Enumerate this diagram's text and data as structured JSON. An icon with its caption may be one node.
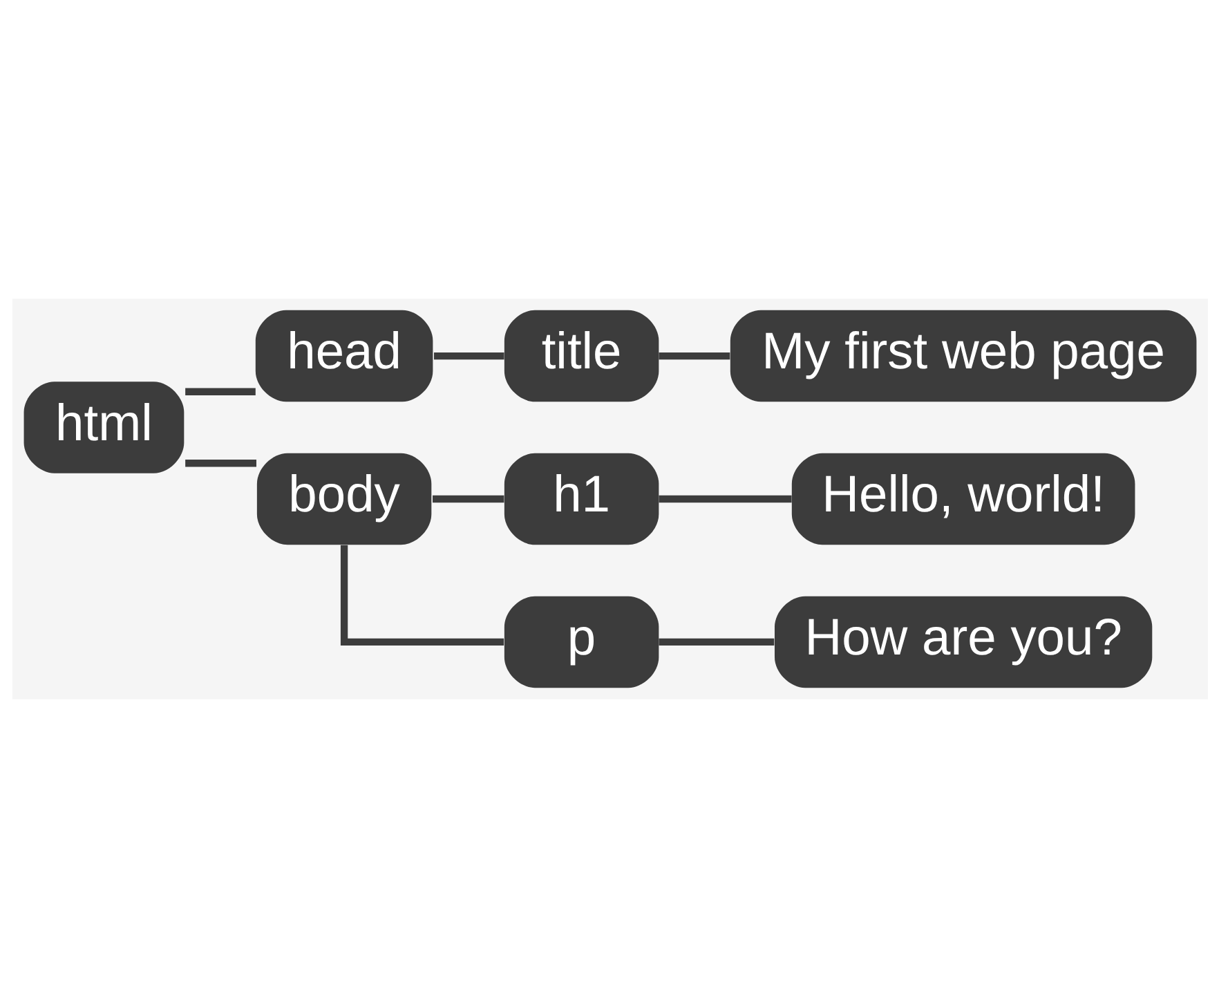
{
  "diagram": {
    "nodes": [
      {
        "text": [
          "html"
        ]
      },
      {
        "text": [
          "head"
        ]
      },
      {
        "text": [
          "title"
        ]
      },
      {
        "text": [
          "My first web page"
        ]
      },
      {
        "text": [
          "body"
        ]
      },
      {
        "text": [
          "h1"
        ]
      },
      {
        "text": [
          "Hello, world!"
        ]
      },
      {
        "text": [
          "p"
        ]
      },
      {
        "text": [
          "How are you?"
        ]
      }
    ],
    "edges": [
      {
        "from": 0,
        "to": 1,
        "arrow": "none"
      },
      {
        "from": 1,
        "to": 2,
        "arrow": "none"
      },
      {
        "from": 2,
        "to": 3,
        "arrow": "none"
      },
      {
        "from": 0,
        "to": 4,
        "arrow": "none"
      },
      {
        "from": 4,
        "to": 5,
        "arrow": "none"
      },
      {
        "from": 5,
        "to": 6,
        "arrow": "none"
      },
      {
        "from": 4,
        "to": 7,
        "arrow": "none"
      },
      {
        "from": 7,
        "to": 8,
        "arrow": "none"
      }
    ]
  }
}
